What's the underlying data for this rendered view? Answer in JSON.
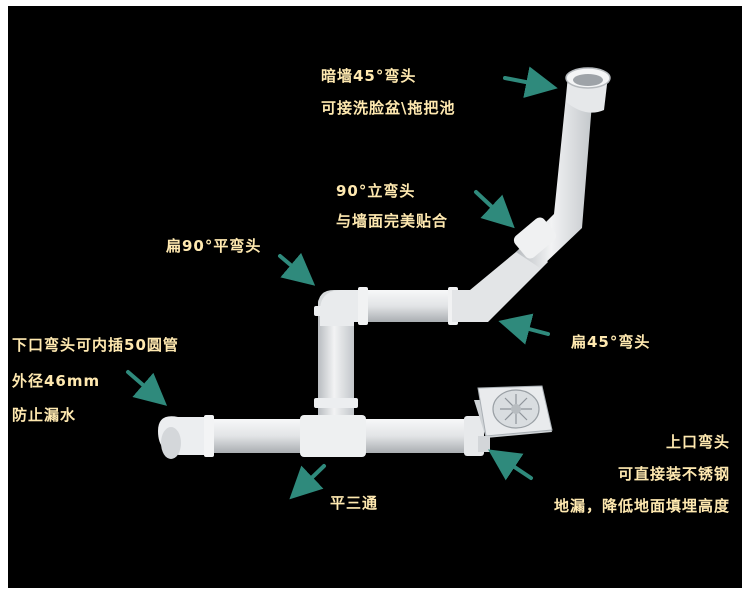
{
  "colors": {
    "background": "#000000",
    "label_text": "#ffe9b0",
    "arrow": "#2f8a7c",
    "pipe": "#e4e6e8",
    "pipe_shadow": "#b9bdc1",
    "frame": "#ffffff"
  },
  "labels": {
    "concealed_45_elbow": {
      "line1": "暗墙45°弯头",
      "line2": "可接洗脸盆\\拖把池"
    },
    "vertical_90_elbow": {
      "line1": "90°立弯头",
      "line2": "与墙面完美贴合"
    },
    "flat_90_elbow": {
      "line1": "扁90°平弯头"
    },
    "flat_45_elbow": {
      "line1": "扁45°弯头"
    },
    "lower_elbow": {
      "line1": "下口弯头可内插50圆管",
      "line2": "外径46mm",
      "line3": "防止漏水"
    },
    "flat_tee": {
      "line1": "平三通"
    },
    "upper_elbow": {
      "line1": "上口弯头",
      "line2": "可直接装不锈钢",
      "line3": "地漏，降低地面填埋高度"
    }
  }
}
